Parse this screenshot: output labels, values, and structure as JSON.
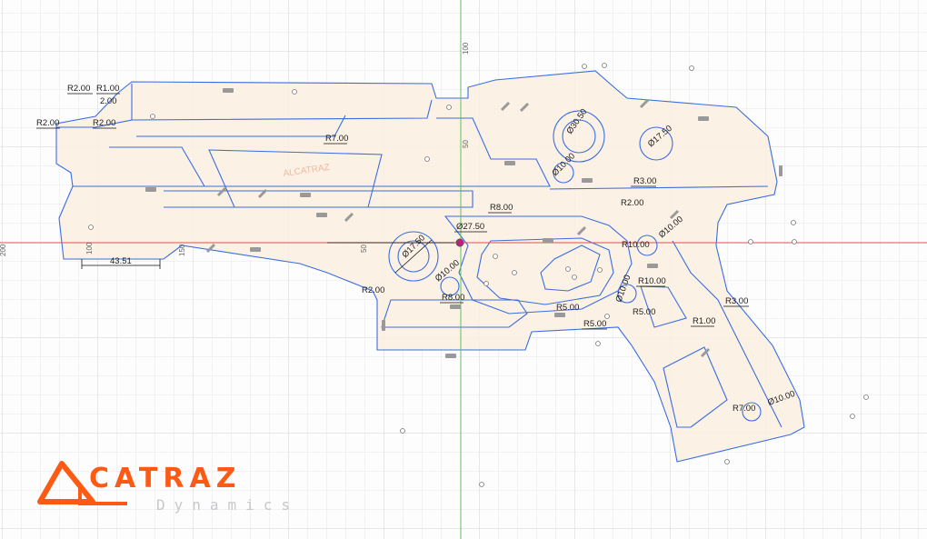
{
  "viewport": {
    "axis_labels": {
      "y_100": "100",
      "y_50": "50",
      "x_100": "100",
      "x_150": "150",
      "x_50": "50",
      "x_left": "200"
    },
    "colors": {
      "profile_line": "#3a6de0",
      "fill": "#fbeee0",
      "x_axis": "#e05050",
      "y_axis": "#5ec25e",
      "logo": "#ff5a14",
      "logo_sub": "#c8c8cc"
    },
    "dimensions": [
      {
        "id": "r2-top",
        "text": "R2.00"
      },
      {
        "id": "r1-top",
        "text": "R1.00"
      },
      {
        "id": "r2-top2",
        "text": "2.00"
      },
      {
        "id": "r2-left",
        "text": "R2.00"
      },
      {
        "id": "r2-left2",
        "text": "R2.00"
      },
      {
        "id": "r7",
        "text": "R7.00"
      },
      {
        "id": "d30",
        "text": "Ø30.50"
      },
      {
        "id": "d17-top",
        "text": "Ø17.50"
      },
      {
        "id": "d10-top",
        "text": "Ø10.00"
      },
      {
        "id": "r3-top",
        "text": "R3.00"
      },
      {
        "id": "r2-mid",
        "text": "R2.00"
      },
      {
        "id": "r8-top",
        "text": "R8.00"
      },
      {
        "id": "d27",
        "text": "Ø27.50"
      },
      {
        "id": "d17-left",
        "text": "Ø17.50"
      },
      {
        "id": "d10-left",
        "text": "Ø10.00"
      },
      {
        "id": "r8-left",
        "text": "R8.00"
      },
      {
        "id": "r2-low",
        "text": "R2.00"
      },
      {
        "id": "r10-a",
        "text": "R10.00"
      },
      {
        "id": "d10-right",
        "text": "Ø10.00"
      },
      {
        "id": "r10-b",
        "text": "R10.00"
      },
      {
        "id": "d10-b",
        "text": "Ø10.00"
      },
      {
        "id": "r5-a",
        "text": "R5.00"
      },
      {
        "id": "r5-b",
        "text": "R5.00"
      },
      {
        "id": "r5-c",
        "text": "R5.00"
      },
      {
        "id": "r1-grip",
        "text": "R1.00"
      },
      {
        "id": "r3-grip",
        "text": "R3.00"
      },
      {
        "id": "r7-grip",
        "text": "R7.00"
      },
      {
        "id": "d10-grip",
        "text": "Ø10.00"
      },
      {
        "id": "len",
        "text": "43.51"
      }
    ],
    "watermark_text": "ALCATRAZ"
  },
  "logo": {
    "name": "CATRAZ",
    "sub": "Dynamics"
  }
}
